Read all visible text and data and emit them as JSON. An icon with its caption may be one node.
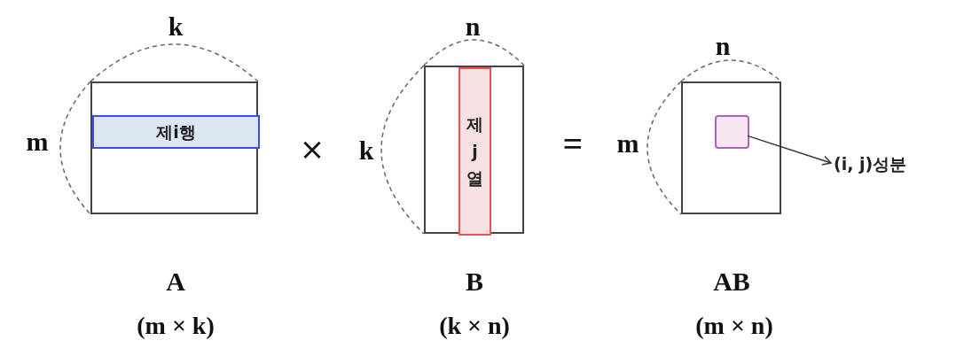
{
  "diagram": {
    "nodes": [
      {
        "text": [],
        "shape": "box"
      },
      {
        "text": [
          "제i행"
        ],
        "in": 0
      },
      {
        "text": [],
        "shape": "box"
      },
      {
        "text": [
          "제j열"
        ],
        "in": 2
      },
      {
        "text": [],
        "shape": "box"
      },
      {
        "text": [],
        "shape": "box",
        "in": 4
      },
      {
        "text": [
          "(i, j)성분"
        ]
      }
    ],
    "edges": [
      {
        "from": 5,
        "to": 6,
        "arrow": "to"
      }
    ],
    "labels": [
      "k",
      "m",
      "×",
      "n",
      "k",
      "=",
      "n",
      "m",
      "A",
      "(m × k)",
      "B",
      "(k × n)",
      "AB",
      "(m × n)"
    ]
  }
}
